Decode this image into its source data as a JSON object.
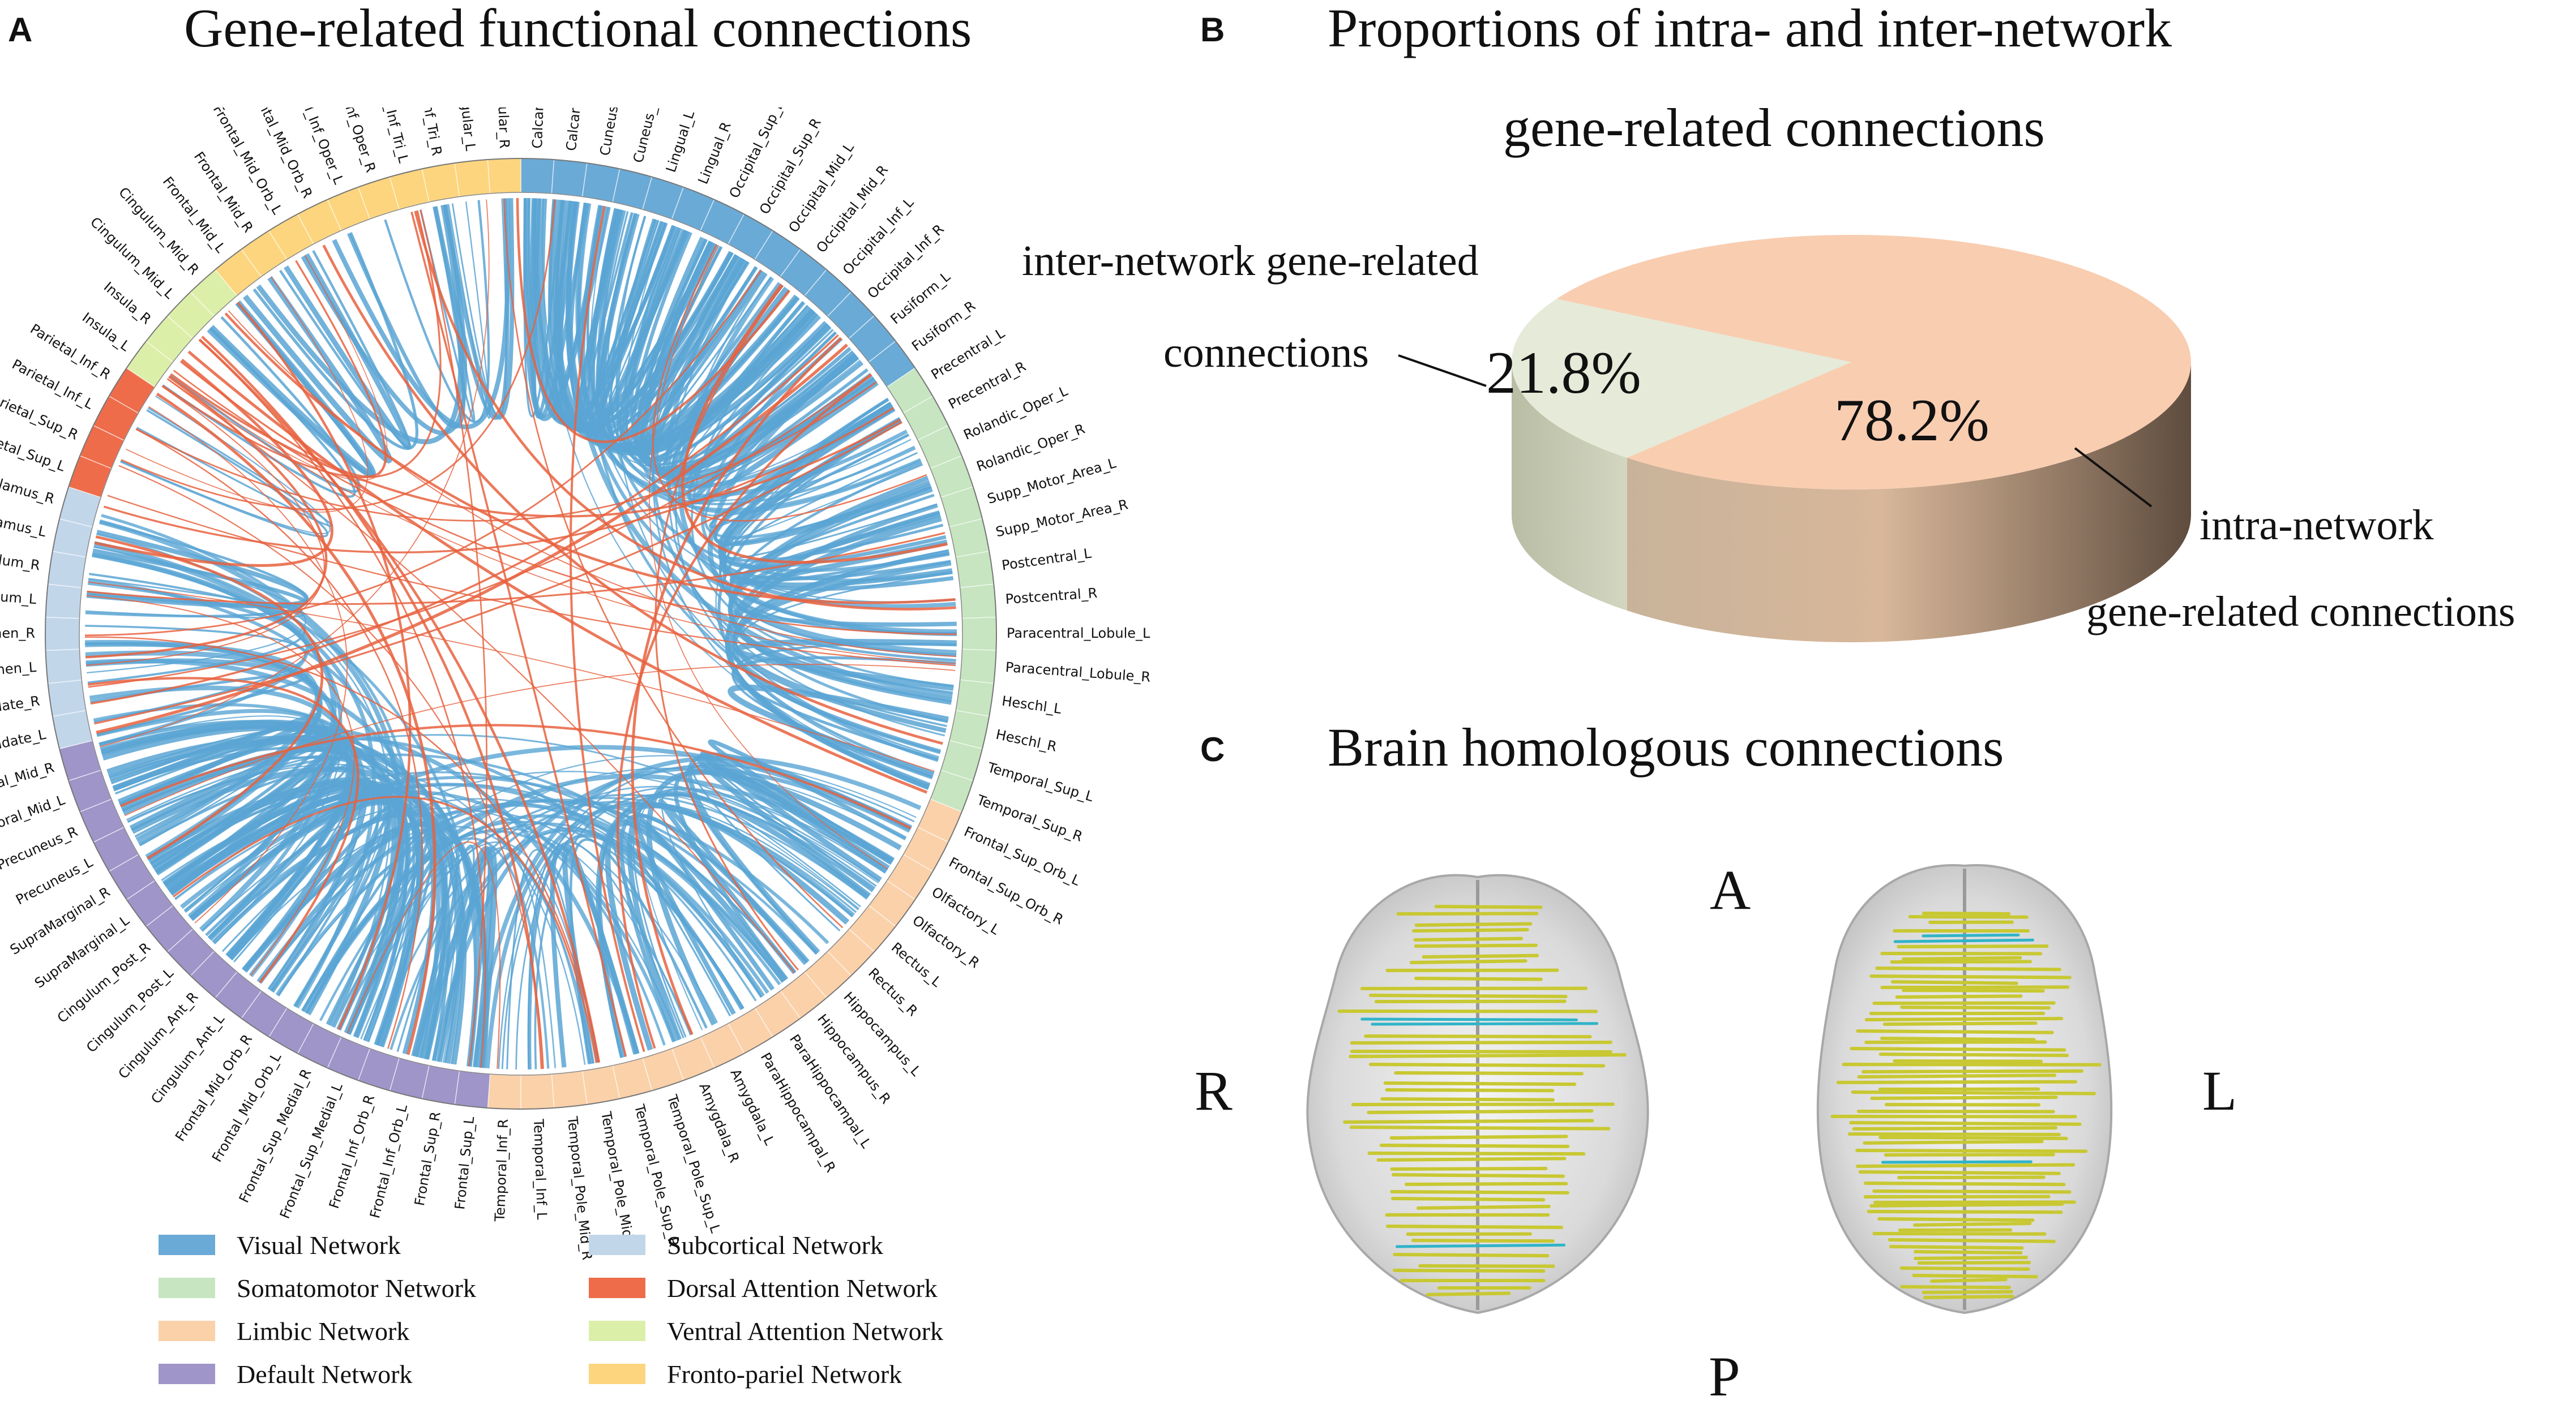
{
  "panels": {
    "a": {
      "letter": "A",
      "title": "Gene-related functional connections"
    },
    "b": {
      "letter": "B",
      "title_line1": "Proportions of intra- and inter-network",
      "title_line2": "gene-related connections"
    },
    "c": {
      "letter": "C",
      "title": "Brain homologous connections"
    }
  },
  "networks": {
    "visual": {
      "name": "Visual Network",
      "color": "#6aaad6"
    },
    "somatomotor": {
      "name": "Somatomotor Network",
      "color": "#c6e5c0"
    },
    "limbic": {
      "name": "Limbic Network",
      "color": "#fbd1aa"
    },
    "default": {
      "name": "Default Network",
      "color": "#9f95c9"
    },
    "subcortical": {
      "name": "Subcortical Network",
      "color": "#c2d6ea"
    },
    "dorsal": {
      "name": "Dorsal Attention Network",
      "color": "#ee6c4a"
    },
    "ventral": {
      "name": "Ventral Attention Network",
      "color": "#dcefa8"
    },
    "fronto": {
      "name": "Fronto-pariel Network",
      "color": "#fcd57e"
    }
  },
  "link_colors": {
    "intra": "#5aa5d4",
    "inter": "#e8623e"
  },
  "regions": [
    {
      "label": "Calcarine_L",
      "net": "visual"
    },
    {
      "label": "Calcarine_R",
      "net": "visual"
    },
    {
      "label": "Cuneus_L",
      "net": "visual"
    },
    {
      "label": "Cuneus_R",
      "net": "visual"
    },
    {
      "label": "Lingual_L",
      "net": "visual"
    },
    {
      "label": "Lingual_R",
      "net": "visual"
    },
    {
      "label": "Occipital_Sup_L",
      "net": "visual"
    },
    {
      "label": "Occipital_Sup_R",
      "net": "visual"
    },
    {
      "label": "Occipital_Mid_L",
      "net": "visual"
    },
    {
      "label": "Occipital_Mid_R",
      "net": "visual"
    },
    {
      "label": "Occipital_Inf_L",
      "net": "visual"
    },
    {
      "label": "Occipital_Inf_R",
      "net": "visual"
    },
    {
      "label": "Fusiform_L",
      "net": "visual"
    },
    {
      "label": "Fusiform_R",
      "net": "visual"
    },
    {
      "label": "Precentral_L",
      "net": "somatomotor"
    },
    {
      "label": "Precentral_R",
      "net": "somatomotor"
    },
    {
      "label": "Rolandic_Oper_L",
      "net": "somatomotor"
    },
    {
      "label": "Rolandic_Oper_R",
      "net": "somatomotor"
    },
    {
      "label": "Supp_Motor_Area_L",
      "net": "somatomotor"
    },
    {
      "label": "Supp_Motor_Area_R",
      "net": "somatomotor"
    },
    {
      "label": "Postcentral_L",
      "net": "somatomotor"
    },
    {
      "label": "Postcentral_R",
      "net": "somatomotor"
    },
    {
      "label": "Paracentral_Lobule_L",
      "net": "somatomotor"
    },
    {
      "label": "Paracentral_Lobule_R",
      "net": "somatomotor"
    },
    {
      "label": "Heschl_L",
      "net": "somatomotor"
    },
    {
      "label": "Heschl_R",
      "net": "somatomotor"
    },
    {
      "label": "Temporal_Sup_L",
      "net": "somatomotor"
    },
    {
      "label": "Temporal_Sup_R",
      "net": "somatomotor"
    },
    {
      "label": "Frontal_Sup_Orb_L",
      "net": "limbic"
    },
    {
      "label": "Frontal_Sup_Orb_R",
      "net": "limbic"
    },
    {
      "label": "Olfactory_L",
      "net": "limbic"
    },
    {
      "label": "Olfactory_R",
      "net": "limbic"
    },
    {
      "label": "Rectus_L",
      "net": "limbic"
    },
    {
      "label": "Rectus_R",
      "net": "limbic"
    },
    {
      "label": "Hippocampus_L",
      "net": "limbic"
    },
    {
      "label": "Hippocampus_R",
      "net": "limbic"
    },
    {
      "label": "ParaHippocampal_L",
      "net": "limbic"
    },
    {
      "label": "ParaHippocampal_R",
      "net": "limbic"
    },
    {
      "label": "Amygdala_L",
      "net": "limbic"
    },
    {
      "label": "Amygdala_R",
      "net": "limbic"
    },
    {
      "label": "Temporal_Pole_Sup_L",
      "net": "limbic"
    },
    {
      "label": "Temporal_Pole_Sup_R",
      "net": "limbic"
    },
    {
      "label": "Temporal_Pole_Mid_L",
      "net": "limbic"
    },
    {
      "label": "Temporal_Pole_Mid_R",
      "net": "limbic"
    },
    {
      "label": "Temporal_Inf_L",
      "net": "limbic"
    },
    {
      "label": "Temporal_Inf_R",
      "net": "limbic"
    },
    {
      "label": "Frontal_Sup_L",
      "net": "default"
    },
    {
      "label": "Frontal_Sup_R",
      "net": "default"
    },
    {
      "label": "Frontal_Inf_Orb_L",
      "net": "default"
    },
    {
      "label": "Frontal_Inf_Orb_R",
      "net": "default"
    },
    {
      "label": "Frontal_Sup_Medial_L",
      "net": "default"
    },
    {
      "label": "Frontal_Sup_Medial_R",
      "net": "default"
    },
    {
      "label": "Frontal_Mid_Orb_L",
      "net": "default"
    },
    {
      "label": "Frontal_Mid_Orb_R",
      "net": "default"
    },
    {
      "label": "Cingulum_Ant_L",
      "net": "default"
    },
    {
      "label": "Cingulum_Ant_R",
      "net": "default"
    },
    {
      "label": "Cingulum_Post_L",
      "net": "default"
    },
    {
      "label": "Cingulum_Post_R",
      "net": "default"
    },
    {
      "label": "SupraMarginal_L",
      "net": "default"
    },
    {
      "label": "SupraMarginal_R",
      "net": "default"
    },
    {
      "label": "Precuneus_L",
      "net": "default"
    },
    {
      "label": "Precuneus_R",
      "net": "default"
    },
    {
      "label": "Temporal_Mid_L",
      "net": "default"
    },
    {
      "label": "Temporal_Mid_R",
      "net": "default"
    },
    {
      "label": "Caudate_L",
      "net": "subcortical"
    },
    {
      "label": "Caudate_R",
      "net": "subcortical"
    },
    {
      "label": "Putamen_L",
      "net": "subcortical"
    },
    {
      "label": "Putamen_R",
      "net": "subcortical"
    },
    {
      "label": "Pallidum_L",
      "net": "subcortical"
    },
    {
      "label": "Pallidum_R",
      "net": "subcortical"
    },
    {
      "label": "Thalamus_L",
      "net": "subcortical"
    },
    {
      "label": "Thalamus_R",
      "net": "subcortical"
    },
    {
      "label": "Parietal_Sup_L",
      "net": "dorsal"
    },
    {
      "label": "Parietal_Sup_R",
      "net": "dorsal"
    },
    {
      "label": "Parietal_Inf_L",
      "net": "dorsal"
    },
    {
      "label": "Parietal_Inf_R",
      "net": "dorsal"
    },
    {
      "label": "Insula_L",
      "net": "ventral"
    },
    {
      "label": "Insula_R",
      "net": "ventral"
    },
    {
      "label": "Cingulum_Mid_L",
      "net": "ventral"
    },
    {
      "label": "Cingulum_Mid_R",
      "net": "ventral"
    },
    {
      "label": "Frontal_Mid_L",
      "net": "fronto"
    },
    {
      "label": "Frontal_Mid_R",
      "net": "fronto"
    },
    {
      "label": "Frontal_Mid_Orb_L",
      "net": "fronto"
    },
    {
      "label": "Frontal_Mid_Orb_R",
      "net": "fronto"
    },
    {
      "label": "Frontal_Inf_Oper_L",
      "net": "fronto"
    },
    {
      "label": "Frontal_Inf_Oper_R",
      "net": "fronto"
    },
    {
      "label": "Frontal_Inf_Tri_L",
      "net": "fronto"
    },
    {
      "label": "Frontal_Inf_Tri_R",
      "net": "fronto"
    },
    {
      "label": "Angular_L",
      "net": "fronto"
    },
    {
      "label": "Angular_R",
      "net": "fronto"
    }
  ],
  "chart_data": {
    "type": "pie",
    "title": "Proportions of intra- and inter-network gene-related connections",
    "slices": [
      {
        "label": "intra-network gene-related connections",
        "value": 78.2,
        "display": "78.2%",
        "color": "#f9cdb0"
      },
      {
        "label": "inter-network gene-related connections",
        "value": 21.8,
        "display": "21.8%",
        "color": "#e6ead8"
      }
    ]
  },
  "pie_labels": {
    "inter_line1": "inter-network gene-related",
    "inter_line2": "connections",
    "intra_line1": "intra-network",
    "intra_line2": "gene-related connections"
  },
  "orientation": {
    "anterior": "A",
    "posterior": "P",
    "right": "R",
    "left": "L"
  },
  "brain_colors": {
    "tract": "#c8c832",
    "highlight": "#30b4c8"
  }
}
